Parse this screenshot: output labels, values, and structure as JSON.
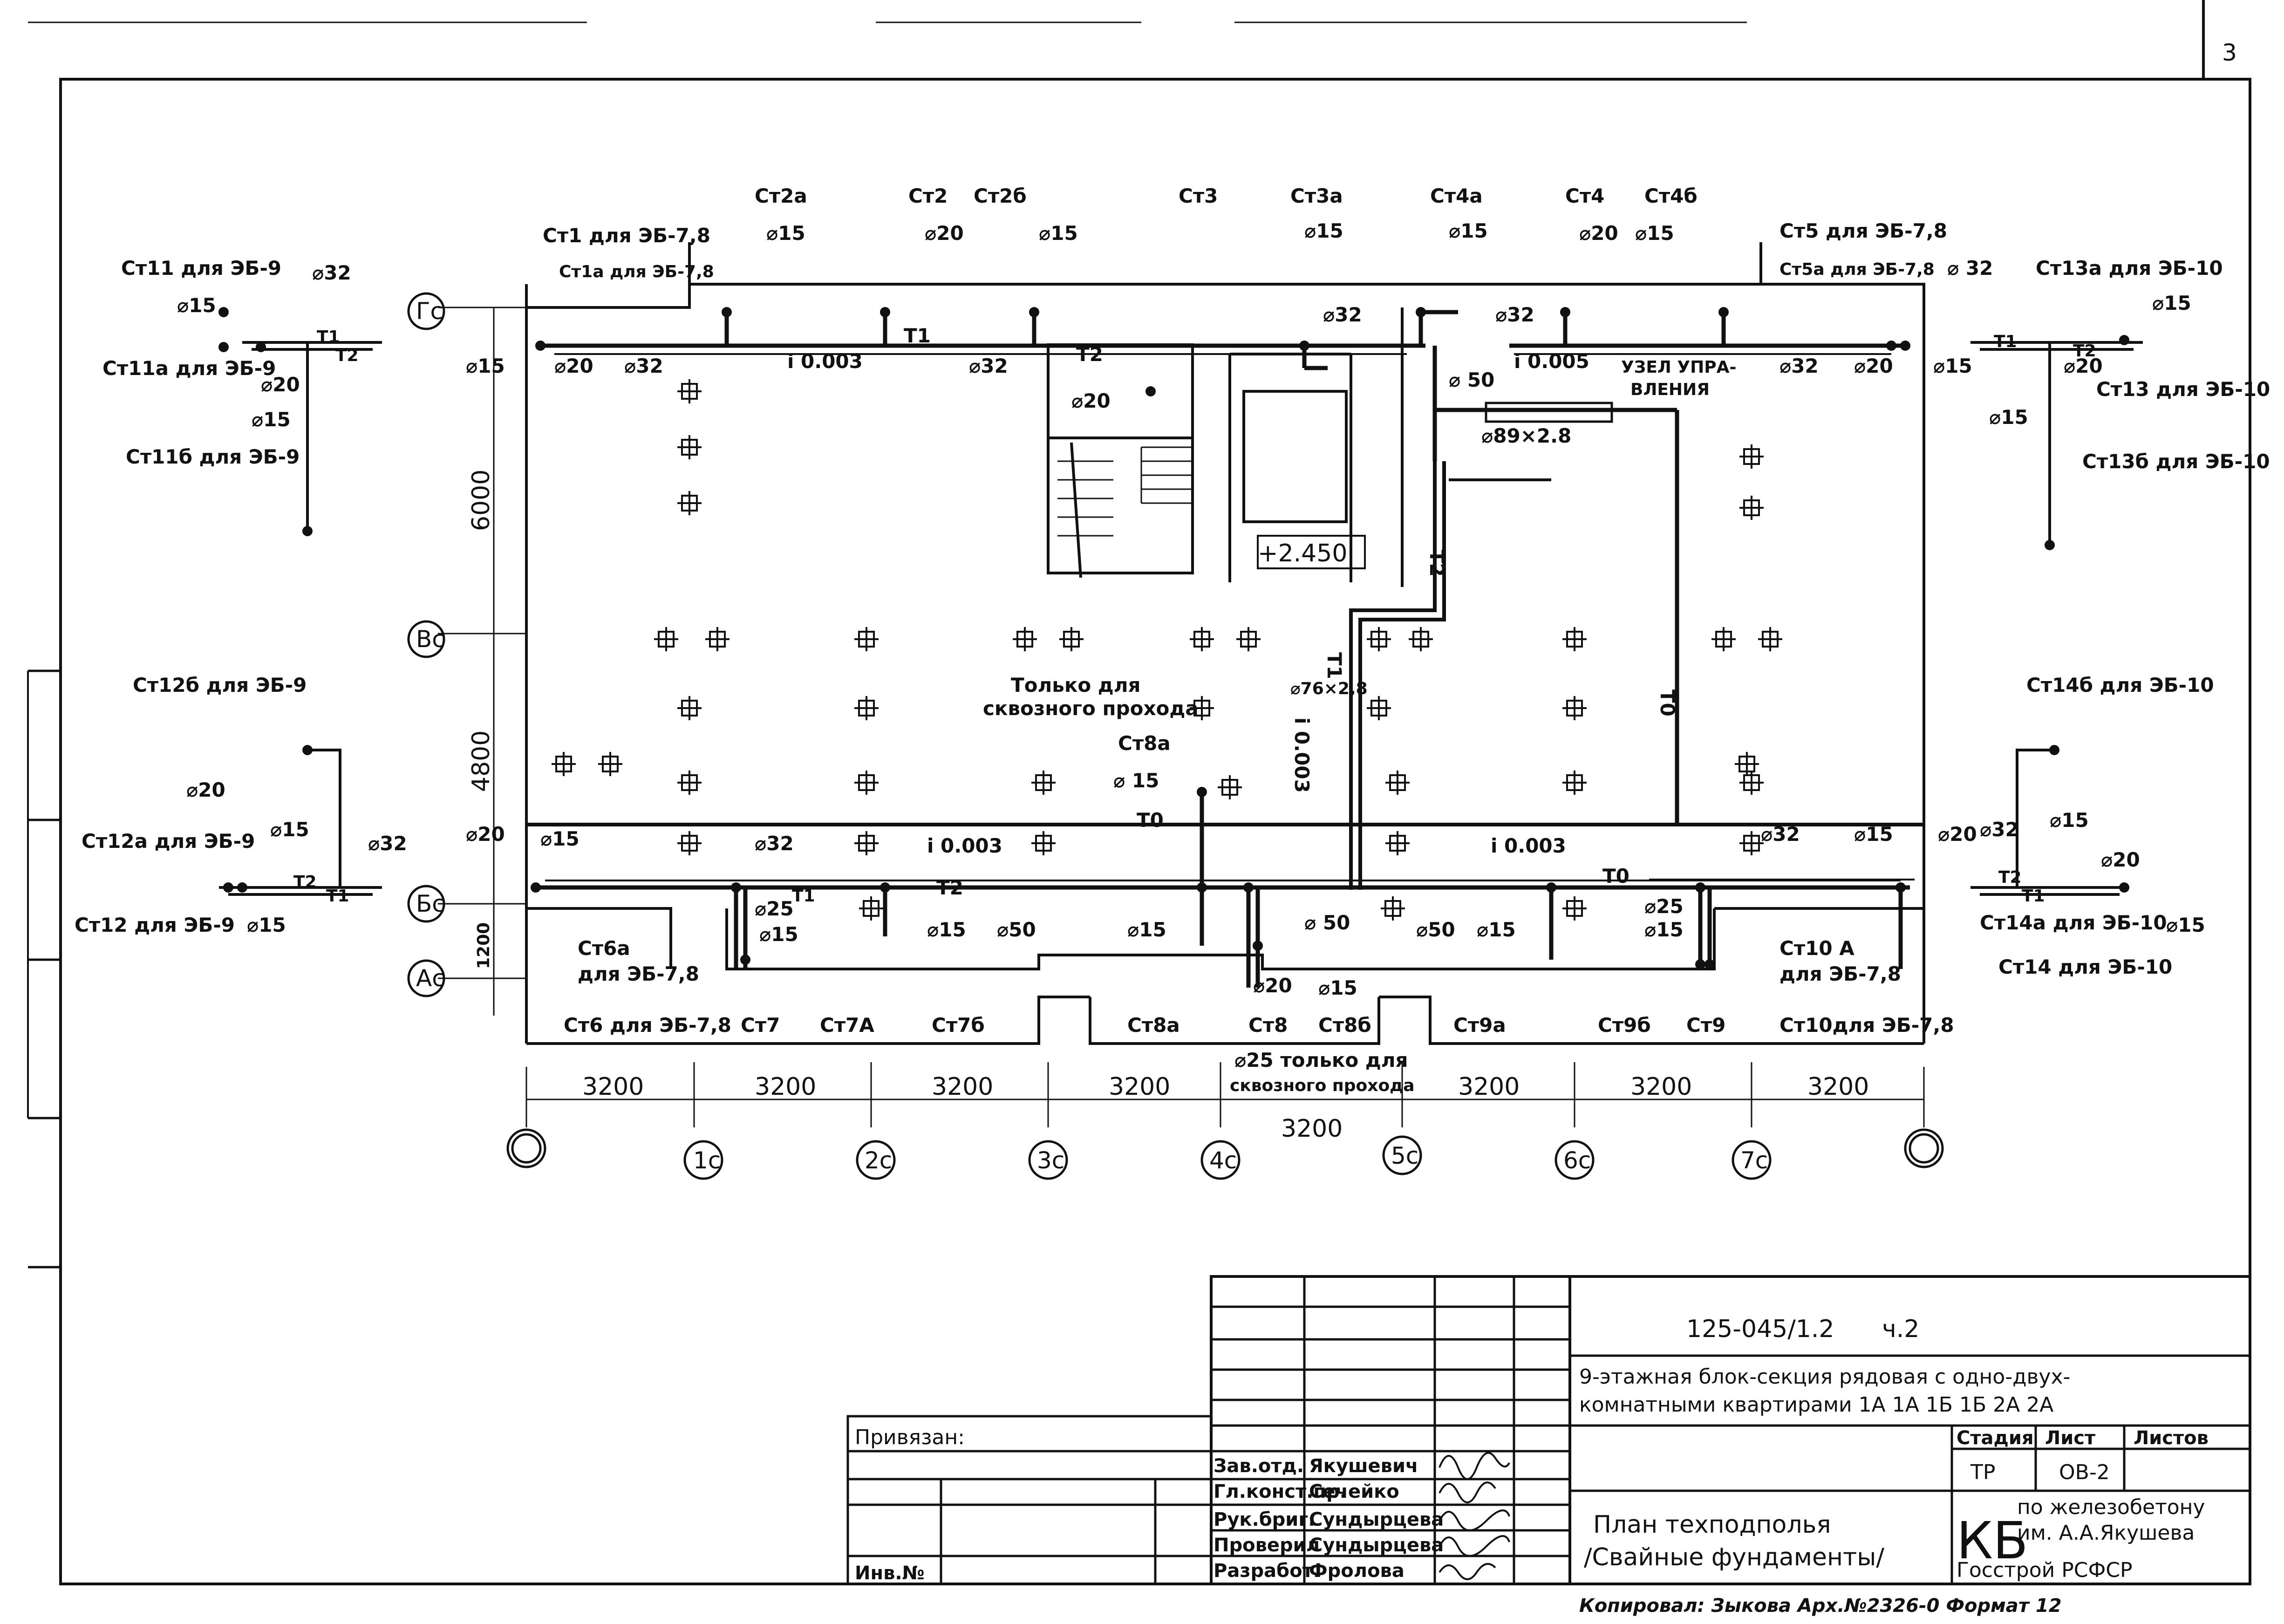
{
  "sheet": {
    "sheet_no": "3",
    "corner_marks": [
      "",
      ""
    ]
  },
  "axes": {
    "rows": [
      "Гс",
      "Вс",
      "Бс",
      "Ас"
    ],
    "cols": [
      "",
      "1с",
      "2с",
      "3с",
      "4с",
      "5с",
      "6с",
      "7с",
      ""
    ]
  },
  "dimensions": {
    "horizontal": [
      "3200",
      "3200",
      "3200",
      "3200",
      "3200",
      "3200",
      "3200"
    ],
    "horizontal_center": "3200",
    "vertical": [
      "6000",
      "4800",
      "1200"
    ]
  },
  "level_mark": "+2.450",
  "risers_top": {
    "st2a": "Ст2а",
    "st2": "Ст2",
    "st2b": "Ст2б",
    "st3": "Ст3",
    "st3a": "Ст3а",
    "st4a": "Ст4а",
    "st4": "Ст4",
    "st4b": "Ст4б",
    "st1": "Ст1 для ЭБ-7,8",
    "st1a": "Ст1а для ЭБ-7,8",
    "st5": "Ст5 для ЭБ-7,8",
    "st5a": "Ст5а для ЭБ-7,8"
  },
  "risers_left": {
    "st11": "Ст11 для ЭБ-9",
    "st11a": "Ст11а для ЭБ-9",
    "st11b": "Ст11б для ЭБ-9",
    "st12b": "Ст12б для ЭБ-9",
    "st12a": "Ст12а для ЭБ-9",
    "st12": "Ст12 для ЭБ-9"
  },
  "risers_right": {
    "st13a": "Ст13а для ЭБ-10",
    "st13": "Ст13 для ЭБ-10",
    "st13b": "Ст13б для ЭБ-10",
    "st14b": "Ст14б для ЭБ-10",
    "st14a": "Ст14а для ЭБ-10",
    "st14": "Ст14 для ЭБ-10"
  },
  "risers_bottom": {
    "st6a": "Ст6а",
    "st6a_note": "для ЭБ-7,8",
    "st6": "Ст6 для ЭБ-7,8",
    "st7": "Ст7",
    "st7a": "Ст7А",
    "st7b": "Ст7б",
    "st8a": "Ст8а",
    "st8": "Ст8",
    "st8b": "Ст8б",
    "st9a": "Ст9а",
    "st9b": "Ст9б",
    "st9": "Ст9",
    "st10a": "Ст10 А",
    "st10a_note": "для ЭБ-7,8",
    "st10": "Ст10для ЭБ-7,8",
    "st8a_mid": "Ст8а"
  },
  "diameters": {
    "d15": "⌀15",
    "d20": "⌀20",
    "d25": "⌀25",
    "d32": "⌀32",
    "d50": "⌀ 50",
    "d50b": "⌀50",
    "d89": "⌀89×2.8",
    "d76": "⌀76×2,8",
    "d_15sp": "⌀ 15",
    "d_32sp": "⌀ 32"
  },
  "pipe_labels": {
    "t1": "Т1",
    "t2": "Т2",
    "t0": "Т0"
  },
  "slopes": {
    "s1": "i 0.003",
    "s2": "i 0.005",
    "s3": "i 0.003",
    "s4": "i 0.003",
    "s5": "i 0.003"
  },
  "notes": {
    "control_unit": [
      "УЗЕЛ УПРА-",
      "ВЛЕНИЯ"
    ],
    "through_passage": [
      "Только для",
      "сквозного прохода"
    ],
    "d25_only": [
      "⌀25 только для",
      "сквозного прохода"
    ]
  },
  "title_block": {
    "doc_code": "125-045/1.2",
    "part": "ч.2",
    "title_line1": "9-этажная блок-секция рядовая с одно-двух-",
    "title_line2": "комнатными квартирами 1А 1А 1Б 1Б 2А 2А",
    "stage_h": "Стадия",
    "sheet_h": "Лист",
    "sheets_h": "Листов",
    "stage": "ТР",
    "sheet": "ОВ-2",
    "sheets": "",
    "drawing_title1": "План техподполья",
    "drawing_title2": "/Свайные фундаменты/",
    "org_big": "КБ",
    "org_line1": "по железобетону",
    "org_line2": "им. А.А.Якушева",
    "org_line3": "Госстрой РСФСР",
    "attached": "Привязан:",
    "inv": "Инв.№",
    "roles": [
      "Зав.отд.",
      "Гл.конст.пр.",
      "Рук.бриг.",
      "Проверил",
      "Разработ."
    ],
    "names": [
      "Якушевич",
      "Сечейко",
      "Сундырцева",
      "Сундырцева",
      "Фролова"
    ],
    "footer": "Копировал: Зыкова   Арх.№2326-0   Формат 12"
  }
}
